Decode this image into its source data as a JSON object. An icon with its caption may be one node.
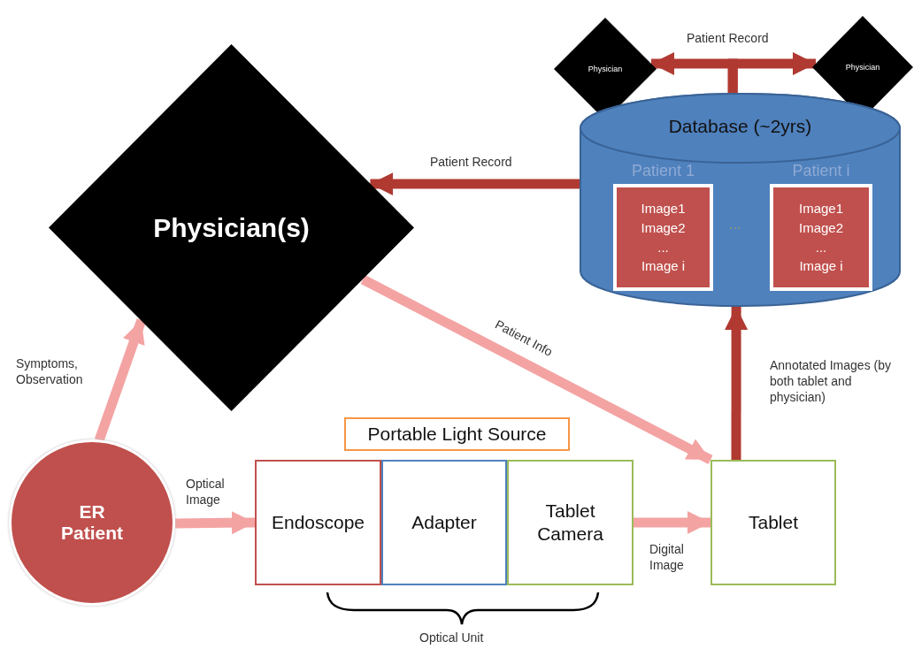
{
  "diagram": {
    "nodes": [
      {
        "text": [
          "Physician(s)"
        ]
      },
      {
        "text": [
          "Physician"
        ]
      },
      {
        "text": [
          "Physician"
        ]
      },
      {
        "text": [
          "Database (~2yrs)"
        ]
      },
      {
        "text": [
          "Patient 1",
          "Image1 Image2 ... Image i"
        ],
        "in": 3
      },
      {
        "text": [
          "Patient i",
          "Image1 Image2 ... Image i"
        ],
        "in": 3
      },
      {
        "text": [
          "ER Patient"
        ]
      },
      {
        "text": [
          "Portable Light Source"
        ]
      },
      {
        "text": [
          "Endoscope"
        ]
      },
      {
        "text": [
          "Adapter"
        ]
      },
      {
        "text": [
          "Tablet Camera"
        ]
      },
      {
        "text": [
          "Tablet"
        ]
      }
    ],
    "edges": [
      {
        "from": 3,
        "to": 0,
        "arrow": "to",
        "label": "Patient Record",
        "color": "#b03a32"
      },
      {
        "from": 3,
        "to": 1,
        "arrow": "to",
        "label": "Patient Record",
        "color": "#b03a32"
      },
      {
        "from": 3,
        "to": 2,
        "arrow": "to",
        "color": "#b03a32"
      },
      {
        "from": 6,
        "to": 0,
        "arrow": "to",
        "label": "Symptoms, Observation",
        "color": "#f4a3a3"
      },
      {
        "from": 0,
        "to": 11,
        "arrow": "to",
        "label": "Patient Info",
        "color": "#f4a3a3"
      },
      {
        "from": 6,
        "to": 8,
        "arrow": "to",
        "label": "Optical Image",
        "color": "#f4a3a3"
      },
      {
        "from": 10,
        "to": 11,
        "arrow": "to",
        "label": "Digital Image",
        "color": "#f4a3a3"
      },
      {
        "from": 11,
        "to": 3,
        "arrow": "to",
        "label": "Annotated Images (by both tablet and physician)",
        "color": "#b03a32"
      }
    ],
    "labels": [
      "...",
      "Optical Unit"
    ]
  }
}
